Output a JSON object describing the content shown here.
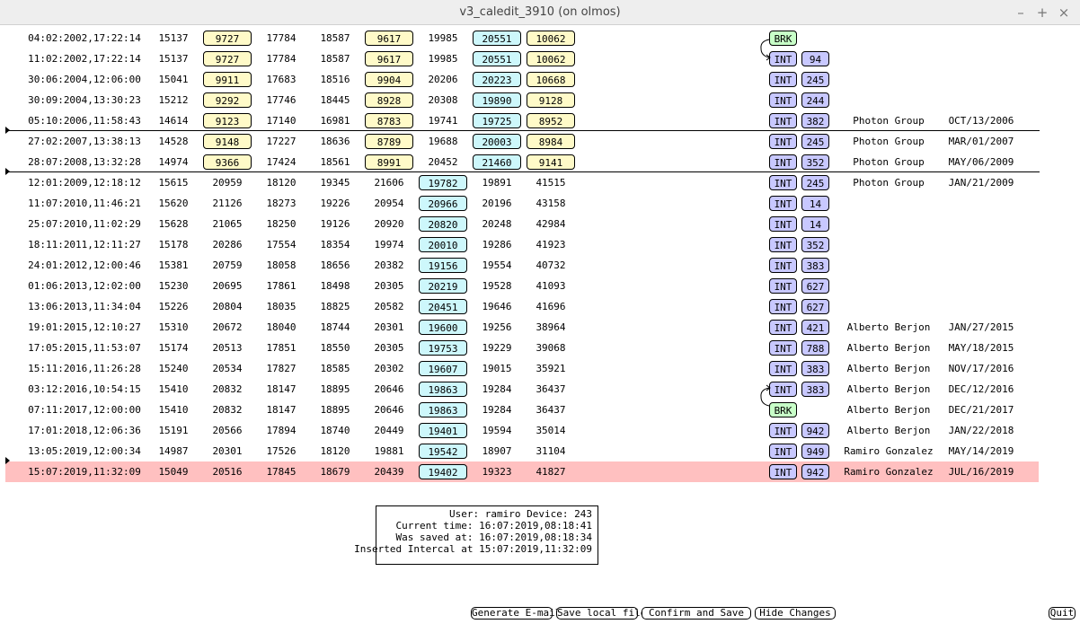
{
  "window": {
    "title": "v3_caledit_3910 (on olmos)",
    "min_label": "–",
    "max_label": "+",
    "close_label": "×"
  },
  "rows": [
    {
      "datetime": "04:02:2002,17:22:14",
      "mode": "A",
      "vals": [
        "15137",
        "9727",
        "17784",
        "18587",
        "9617",
        "19985",
        "20551",
        "10062"
      ],
      "tag": "BRK",
      "tag2": "",
      "person": "",
      "date": ""
    },
    {
      "datetime": "11:02:2002,17:22:14",
      "mode": "A",
      "vals": [
        "15137",
        "9727",
        "17784",
        "18587",
        "9617",
        "19985",
        "20551",
        "10062"
      ],
      "tag": "INT",
      "tag2": "94",
      "person": "",
      "date": ""
    },
    {
      "datetime": "30:06:2004,12:06:00",
      "mode": "A",
      "vals": [
        "15041",
        "9911",
        "17683",
        "18516",
        "9904",
        "20206",
        "20223",
        "10668"
      ],
      "tag": "INT",
      "tag2": "245",
      "person": "",
      "date": ""
    },
    {
      "datetime": "30:09:2004,13:30:23",
      "mode": "A",
      "vals": [
        "15212",
        "9292",
        "17746",
        "18445",
        "8928",
        "20308",
        "19890",
        "9128"
      ],
      "tag": "INT",
      "tag2": "244",
      "person": "",
      "date": ""
    },
    {
      "datetime": "05:10:2006,11:58:43",
      "mode": "A",
      "vals": [
        "14614",
        "9123",
        "17140",
        "16981",
        "8783",
        "19741",
        "19725",
        "8952"
      ],
      "tag": "INT",
      "tag2": "382",
      "person": "Photon Group",
      "date": "OCT/13/2006"
    },
    {
      "datetime": "27:02:2007,13:38:13",
      "mode": "A",
      "vals": [
        "14528",
        "9148",
        "17227",
        "18636",
        "8789",
        "19688",
        "20003",
        "8984"
      ],
      "tag": "INT",
      "tag2": "245",
      "person": "Photon Group",
      "date": "MAR/01/2007"
    },
    {
      "datetime": "28:07:2008,13:32:28",
      "mode": "A",
      "vals": [
        "14974",
        "9366",
        "17424",
        "18561",
        "8991",
        "20452",
        "21460",
        "9141"
      ],
      "tag": "INT",
      "tag2": "352",
      "person": "Photon Group",
      "date": "MAY/06/2009"
    },
    {
      "datetime": "12:01:2009,12:18:12",
      "mode": "B",
      "vals": [
        "15615",
        "20959",
        "18120",
        "19345",
        "21606",
        "19782",
        "19891",
        "41515"
      ],
      "tag": "INT",
      "tag2": "245",
      "person": "Photon Group",
      "date": "JAN/21/2009"
    },
    {
      "datetime": "11:07:2010,11:46:21",
      "mode": "B",
      "vals": [
        "15620",
        "21126",
        "18273",
        "19226",
        "20954",
        "20966",
        "20196",
        "43158"
      ],
      "tag": "INT",
      "tag2": "14",
      "person": "",
      "date": ""
    },
    {
      "datetime": "25:07:2010,11:02:29",
      "mode": "B",
      "vals": [
        "15628",
        "21065",
        "18250",
        "19126",
        "20920",
        "20820",
        "20248",
        "42984"
      ],
      "tag": "INT",
      "tag2": "14",
      "person": "",
      "date": ""
    },
    {
      "datetime": "18:11:2011,12:11:27",
      "mode": "B",
      "vals": [
        "15178",
        "20286",
        "17554",
        "18354",
        "19974",
        "20010",
        "19286",
        "41923"
      ],
      "tag": "INT",
      "tag2": "352",
      "person": "",
      "date": ""
    },
    {
      "datetime": "24:01:2012,12:00:46",
      "mode": "B",
      "vals": [
        "15381",
        "20759",
        "18058",
        "18656",
        "20382",
        "19156",
        "19554",
        "40732"
      ],
      "tag": "INT",
      "tag2": "383",
      "person": "",
      "date": ""
    },
    {
      "datetime": "01:06:2013,12:02:00",
      "mode": "B",
      "vals": [
        "15230",
        "20695",
        "17861",
        "18498",
        "20305",
        "20219",
        "19528",
        "41093"
      ],
      "tag": "INT",
      "tag2": "627",
      "person": "",
      "date": ""
    },
    {
      "datetime": "13:06:2013,11:34:04",
      "mode": "B",
      "vals": [
        "15226",
        "20804",
        "18035",
        "18825",
        "20582",
        "20451",
        "19646",
        "41696"
      ],
      "tag": "INT",
      "tag2": "627",
      "person": "",
      "date": ""
    },
    {
      "datetime": "19:01:2015,12:10:27",
      "mode": "B",
      "vals": [
        "15310",
        "20672",
        "18040",
        "18744",
        "20301",
        "19600",
        "19256",
        "38964"
      ],
      "tag": "INT",
      "tag2": "421",
      "person": "Alberto Berjon",
      "date": "JAN/27/2015"
    },
    {
      "datetime": "17:05:2015,11:53:07",
      "mode": "B",
      "vals": [
        "15174",
        "20513",
        "17851",
        "18550",
        "20305",
        "19753",
        "19229",
        "39068"
      ],
      "tag": "INT",
      "tag2": "788",
      "person": "Alberto Berjon",
      "date": "MAY/18/2015"
    },
    {
      "datetime": "15:11:2016,11:26:28",
      "mode": "B",
      "vals": [
        "15240",
        "20534",
        "17827",
        "18585",
        "20302",
        "19607",
        "19015",
        "35921"
      ],
      "tag": "INT",
      "tag2": "383",
      "person": "Alberto Berjon",
      "date": "NOV/17/2016"
    },
    {
      "datetime": "03:12:2016,10:54:15",
      "mode": "B",
      "vals": [
        "15410",
        "20832",
        "18147",
        "18895",
        "20646",
        "19863",
        "19284",
        "36437"
      ],
      "tag": "INT",
      "tag2": "383",
      "person": "Alberto Berjon",
      "date": "DEC/12/2016"
    },
    {
      "datetime": "07:11:2017,12:00:00",
      "mode": "B",
      "vals": [
        "15410",
        "20832",
        "18147",
        "18895",
        "20646",
        "19863",
        "19284",
        "36437"
      ],
      "tag": "BRK",
      "tag2": "",
      "person": "Alberto Berjon",
      "date": "DEC/21/2017"
    },
    {
      "datetime": "17:01:2018,12:06:36",
      "mode": "B",
      "vals": [
        "15191",
        "20566",
        "17894",
        "18740",
        "20449",
        "19401",
        "19594",
        "35014"
      ],
      "tag": "INT",
      "tag2": "942",
      "person": "Alberto Berjon",
      "date": "JAN/22/2018"
    },
    {
      "datetime": "13:05:2019,12:00:34",
      "mode": "B",
      "vals": [
        "14987",
        "20301",
        "17526",
        "18120",
        "19881",
        "19542",
        "18907",
        "31104"
      ],
      "tag": "INT",
      "tag2": "949",
      "person": "Ramiro Gonzalez",
      "date": "MAY/14/2019"
    },
    {
      "datetime": "15:07:2019,11:32:09",
      "mode": "B",
      "vals": [
        "15049",
        "20516",
        "17845",
        "18679",
        "20439",
        "19402",
        "19323",
        "41827"
      ],
      "tag": "INT",
      "tag2": "942",
      "person": "Ramiro Gonzalez",
      "date": "JUL/16/2019",
      "highlight": true
    }
  ],
  "info": {
    "line1": "User: ramiro Device: 243",
    "line2": "Current time: 16:07:2019,08:18:41",
    "line3": "Was saved at: 16:07:2019,08:18:34",
    "line4": "Inserted Intercal at 15:07:2019,11:32:09"
  },
  "buttons": {
    "email": "Generate E-mail",
    "save_local": "Save local file",
    "confirm": "Confirm and Save",
    "hide": "Hide Changes",
    "quit": "Quit"
  },
  "colors": {
    "highlight_row": "#ffc0c0",
    "yellow_box": "#fffac8",
    "cyan_box": "#cdf7fb",
    "int_tag": "#c8c8ff",
    "brk_tag": "#c8ffc8"
  }
}
